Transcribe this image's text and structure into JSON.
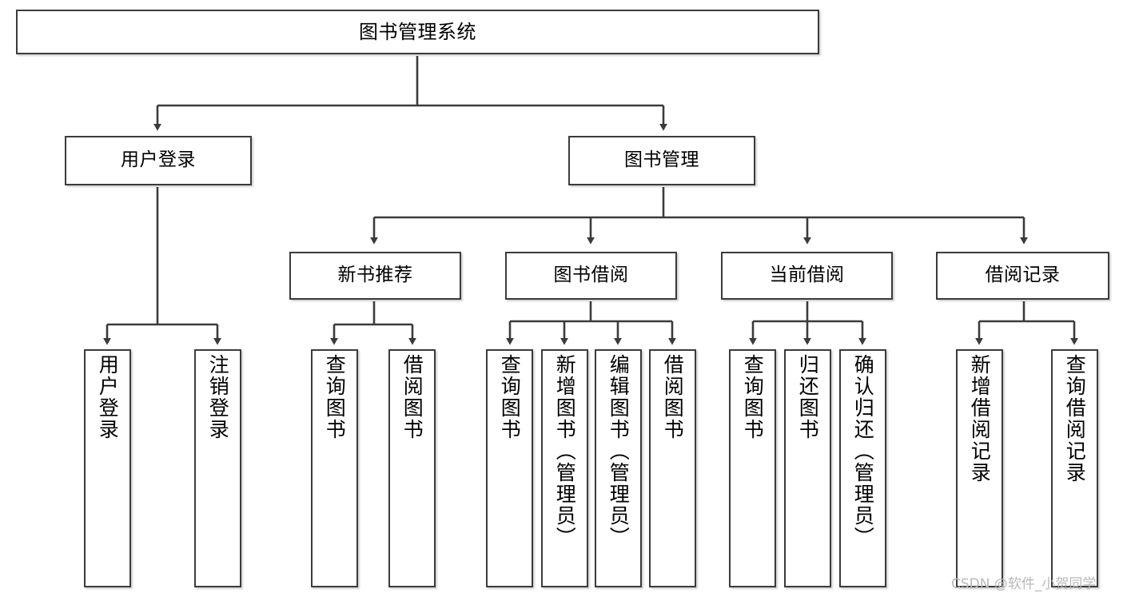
{
  "diagram": {
    "title": "图书管理系统",
    "type": "tree",
    "theme": {
      "background": "#ffffff",
      "box_border": "#3b3b3b",
      "box_fill": "#ffffff",
      "edge_color": "#3b3b3b",
      "text_color": "#000000",
      "watermark_color": "#b9b9b9"
    }
  },
  "watermark": {
    "text": "CSDN @软件_小贺同学"
  },
  "nodes": {
    "root": {
      "label": "图书管理系统"
    },
    "level2": [
      {
        "id": "user-login",
        "label": "用户登录"
      },
      {
        "id": "book-manage",
        "label": "图书管理"
      }
    ],
    "level3": [
      {
        "id": "new-book-recommend",
        "label": "新书推荐"
      },
      {
        "id": "book-borrow",
        "label": "图书借阅"
      },
      {
        "id": "current-borrow",
        "label": "当前借阅"
      },
      {
        "id": "borrow-record",
        "label": "借阅记录"
      }
    ],
    "leaves": {
      "user_login": [
        {
          "id": "leaf-user-login",
          "label": "用户登录"
        },
        {
          "id": "leaf-logout-login",
          "label": "注销登录"
        }
      ],
      "new_book_recommend": [
        {
          "id": "leaf-query-book-1",
          "label": "查询图书"
        },
        {
          "id": "leaf-borrow-book-1",
          "label": "借阅图书"
        }
      ],
      "book_borrow": [
        {
          "id": "leaf-query-book-2",
          "label": "查询图书"
        },
        {
          "id": "leaf-add-book",
          "label": "新增图书（管理员）"
        },
        {
          "id": "leaf-edit-book",
          "label": "编辑图书（管理员）"
        },
        {
          "id": "leaf-borrow-book-2",
          "label": "借阅图书"
        }
      ],
      "current_borrow": [
        {
          "id": "leaf-query-book-3",
          "label": "查询图书"
        },
        {
          "id": "leaf-return-book",
          "label": "归还图书"
        },
        {
          "id": "leaf-confirm-return",
          "label": "确认归还（管理员）"
        }
      ],
      "borrow_record": [
        {
          "id": "leaf-add-record",
          "label": "新增借阅记录"
        },
        {
          "id": "leaf-query-record",
          "label": "查询借阅记录"
        }
      ]
    }
  }
}
